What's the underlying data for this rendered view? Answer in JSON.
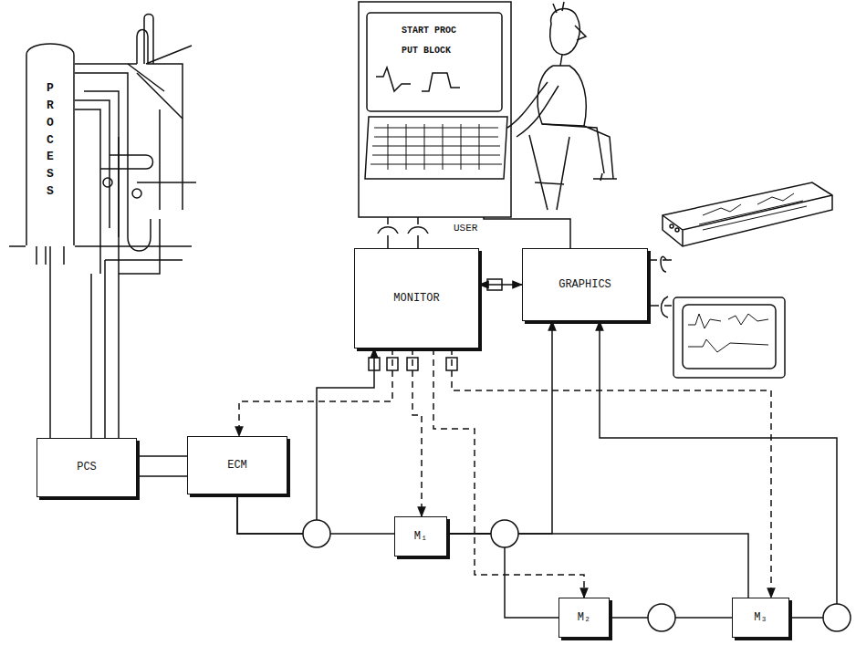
{
  "diagram": {
    "nodes": [
      {
        "text": [
          "PROCESS"
        ]
      },
      {
        "text": [
          "MONITOR"
        ]
      },
      {
        "text": [
          "GRAPHICS"
        ]
      },
      {
        "text": [
          "PCS"
        ]
      },
      {
        "text": [
          "ECM"
        ]
      },
      {
        "text": [
          "M₁"
        ]
      },
      {
        "text": [
          "M₂"
        ]
      },
      {
        "text": [
          "M₃"
        ]
      }
    ],
    "edges": [
      {
        "from": 0,
        "to": 3,
        "arrow": "none"
      },
      {
        "from": 3,
        "to": 4,
        "arrow": "none"
      },
      {
        "from": 4,
        "to": 5,
        "arrow": "none"
      },
      {
        "from": 5,
        "to": 6,
        "arrow": "none"
      },
      {
        "from": 5,
        "to": 7,
        "arrow": "none"
      },
      {
        "from": 6,
        "to": 7,
        "arrow": "none"
      },
      {
        "from": 4,
        "to": 1,
        "arrow": "to"
      },
      {
        "from": 5,
        "to": 2,
        "arrow": "to"
      },
      {
        "from": 7,
        "to": 2,
        "arrow": "to"
      },
      {
        "from": 1,
        "to": 4,
        "arrow": "to"
      },
      {
        "from": 1,
        "to": 5,
        "arrow": "to"
      },
      {
        "from": 1,
        "to": 6,
        "arrow": "to"
      },
      {
        "from": 1,
        "to": 7,
        "arrow": "to"
      },
      {
        "from": 1,
        "to": 2,
        "arrow": "both"
      }
    ],
    "labels": [
      "USER",
      "START PROC",
      "PUT BLOCK"
    ]
  }
}
